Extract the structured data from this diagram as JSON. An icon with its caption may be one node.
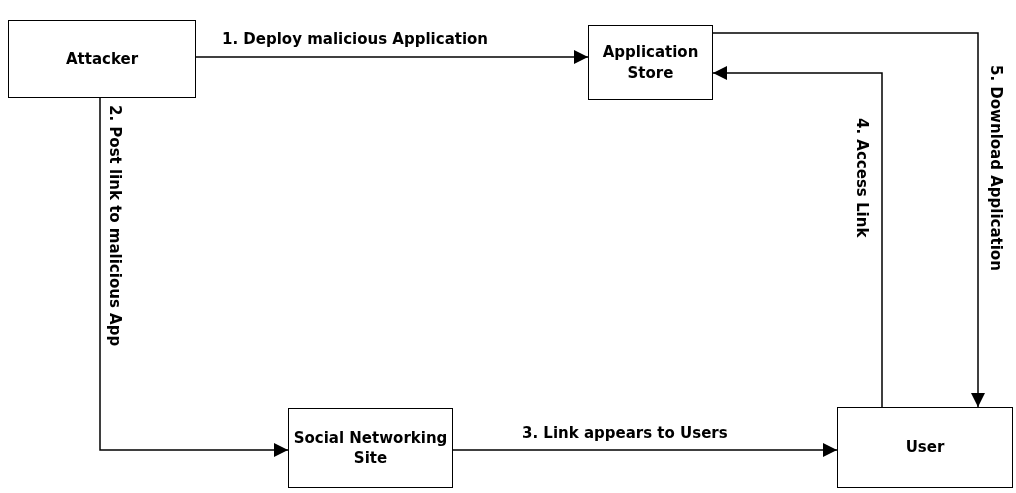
{
  "diagram": {
    "nodes": [
      {
        "text": [
          "Attacker"
        ]
      },
      {
        "text": [
          "Application Store"
        ]
      },
      {
        "text": [
          "Social Networking Site"
        ]
      },
      {
        "text": [
          "User"
        ]
      }
    ],
    "edges": [
      {
        "from": 0,
        "to": 1,
        "arrow": "to",
        "label": "1. Deploy malicious Application"
      },
      {
        "from": 0,
        "to": 2,
        "arrow": "to",
        "label": "2. Post link to malicious App"
      },
      {
        "from": 2,
        "to": 3,
        "arrow": "to",
        "label": "3. Link appears to Users"
      },
      {
        "from": 3,
        "to": 1,
        "arrow": "to",
        "label": "4. Access Link"
      },
      {
        "from": 1,
        "to": 3,
        "arrow": "to",
        "label": "5. Download Application"
      }
    ]
  }
}
